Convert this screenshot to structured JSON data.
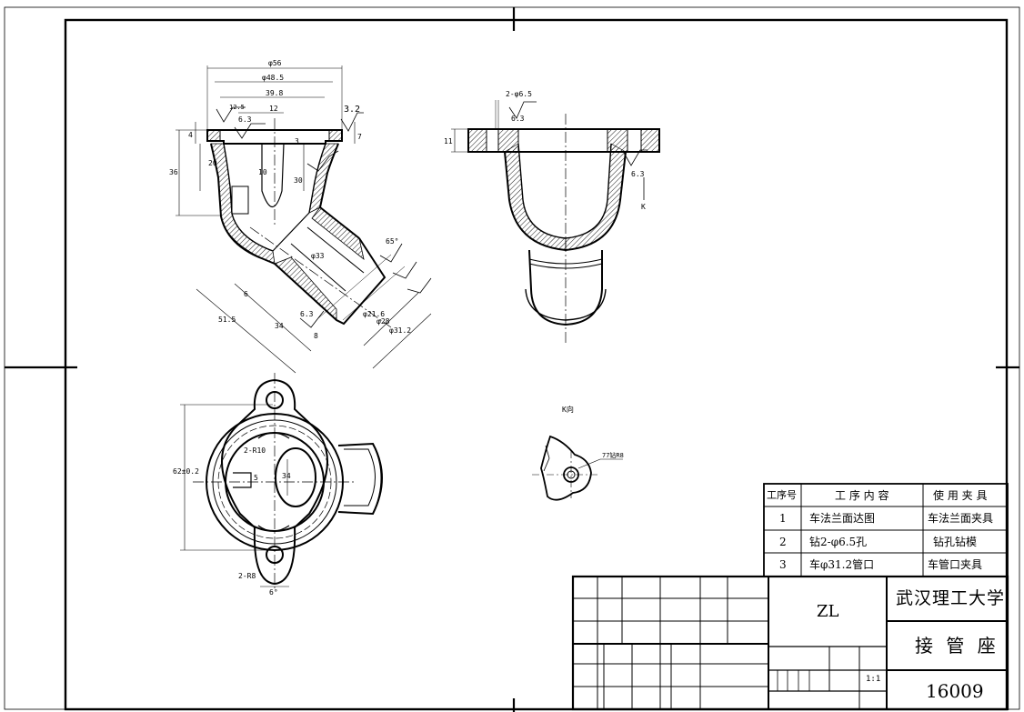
{
  "dims": {
    "phi56": "φ56",
    "phi48_5": "φ48.5",
    "d39_8": "39.8",
    "d12": "12",
    "d36": "36",
    "d20": "20",
    "d30": "30",
    "d10": "10",
    "d4": "4",
    "d3": "3",
    "d7": "7",
    "d51_5": "51.5",
    "d34": "34",
    "d6": "6",
    "d8": "8",
    "phi33": "φ33",
    "phi21_6": "φ21.6",
    "phi28": "φ28",
    "phi31_2": "φ31.2",
    "a65": "65°",
    "d2_phi6_5": "2-φ6.5",
    "d11": "11",
    "d62": "62±0.2",
    "d2r10": "2-R10",
    "d2r8": "2-R8",
    "a6": "6°",
    "d34b": "34",
    "d5": "5",
    "k_view": "K向",
    "k_mark": "K",
    "phi8": "77钻R8"
  },
  "roughness": {
    "r3_2": "3.2",
    "r6_3": "6.3",
    "r12_5": "12.5"
  },
  "process_table": {
    "headers": {
      "step_no": "工序号",
      "content": "工 序 内 容",
      "fixture": "使 用 夹 具"
    },
    "rows": [
      {
        "no": "1",
        "content": "车法兰面达图",
        "fixture": "车法兰面夹具"
      },
      {
        "no": "2",
        "content": "钻2-φ6.5孔",
        "fixture": "钻孔钻模"
      },
      {
        "no": "3",
        "content": "车φ31.2管口",
        "fixture": "车管口夹具"
      }
    ]
  },
  "title_block": {
    "material": "ZL",
    "school": "武汉理工大学",
    "part_name": "接 管 座",
    "scale": "1:1",
    "drawing_no": "16009"
  }
}
